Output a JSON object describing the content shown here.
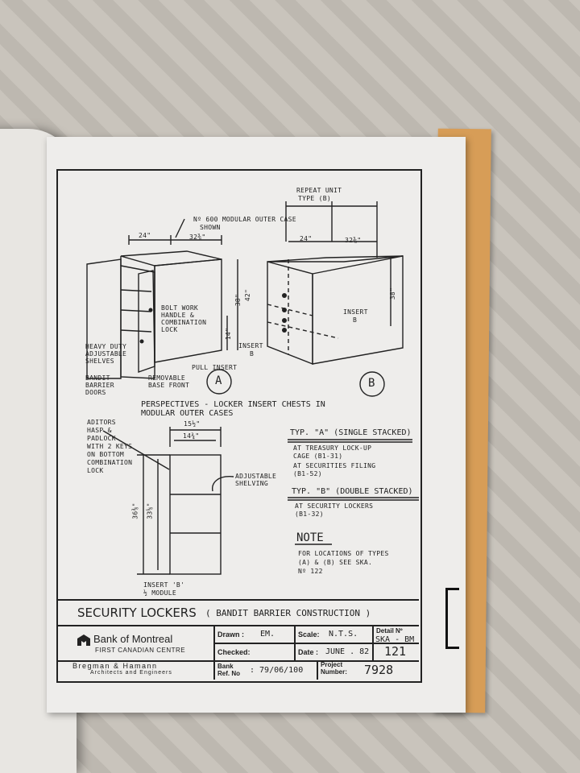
{
  "drawing": {
    "dims": {
      "a_width": "24\"",
      "a_depth": "32⅜\"",
      "b_width": "24\"",
      "b_depth": "32⅜\"",
      "a_h1": "38\"",
      "a_h2": "42\"",
      "a_h3": "14\"",
      "b_h": "38\"",
      "insert_top": "15½\"",
      "insert_inner": "14¾\"",
      "insert_h1": "36⅜\"",
      "insert_h2": "33⅝\""
    },
    "labels": {
      "repeat_unit": "REPEAT UNIT",
      "repeat_type": "TYPE (B)",
      "outer_case": "Nº 600 MODULAR OUTER CASE",
      "outer_case2": "SHOWN",
      "bolt_work": "BOLT WORK",
      "bolt_work2": "HANDLE &",
      "bolt_work3": "COMBINATION",
      "bolt_work4": "LOCK",
      "heavy_duty": "HEAVY DUTY",
      "heavy_duty2": "ADJUSTABLE",
      "heavy_duty3": "SHELVES",
      "bandit": "BANDIT",
      "bandit2": "BARRIER",
      "bandit3": "DOORS",
      "removable": "REMOVABLE",
      "removable2": "BASE FRONT",
      "pull_insert": "PULL INSERT",
      "insert_b1": "INSERT",
      "insert_b1b": "B",
      "insert_b2": "INSERT",
      "insert_b2b": "B",
      "circle_a": "A",
      "circle_b": "B",
      "perspectives": "PERSPECTIVES - LOCKER INSERT CHESTS IN",
      "perspectives2": "MODULAR OUTER CASES",
      "auditors": "ADITORS",
      "auditors2": "HASP &",
      "auditors3": "PADLOCK",
      "auditors4": "WITH 2 KEYS",
      "auditors5": "ON BOTTOM",
      "auditors6": "COMBINATION",
      "auditors7": "LOCK",
      "adj_shelving": "ADJUSTABLE",
      "adj_shelving2": "SHELVING",
      "insert_module": "INSERT 'B'",
      "insert_module2": "½ MODULE",
      "typ_a": "TYP. \"A\" (SINGLE STACKED)",
      "typ_a1": "AT TREASURY LOCK-UP",
      "typ_a2": "CAGE (B1-31)",
      "typ_a3": "AT SECURITIES FILING",
      "typ_a4": "(B1-52)",
      "typ_b": "TYP. \"B\" (DOUBLE STACKED)",
      "typ_b1": "AT SECURITY LOCKERS",
      "typ_b2": "(B1-32)",
      "note": "NOTE",
      "note1": "FOR LOCATIONS OF TYPES",
      "note2": "(A) & (B) SEE SKA.",
      "note3": "Nº 122"
    }
  },
  "title_block": {
    "title": "SECURITY   LOCKERS",
    "subtitle": "( BANDIT BARRIER CONSTRUCTION )",
    "bank_name": "Bank of Montreal",
    "centre": "FIRST CANADIAN CENTRE",
    "architects": "Bregman  &  Hamann",
    "architects2": "Architects  and  Engineers",
    "drawn_label": "Drawn :",
    "drawn_value": "EM.",
    "scale_label": "Scale:",
    "scale_value": "N.T.S.",
    "detail_label": "Detail Nº",
    "detail_value": "SKA - BM",
    "detail_number": "121",
    "checked_label": "Checked:",
    "date_label": "Date :",
    "date_value": "JUNE . 82",
    "bank_ref_label": "Bank",
    "bank_ref_label2": "Ref. No",
    "bank_ref_value": ": 79/06/100",
    "project_label": "Project",
    "project_label2": "Number:",
    "project_value": "7928"
  }
}
